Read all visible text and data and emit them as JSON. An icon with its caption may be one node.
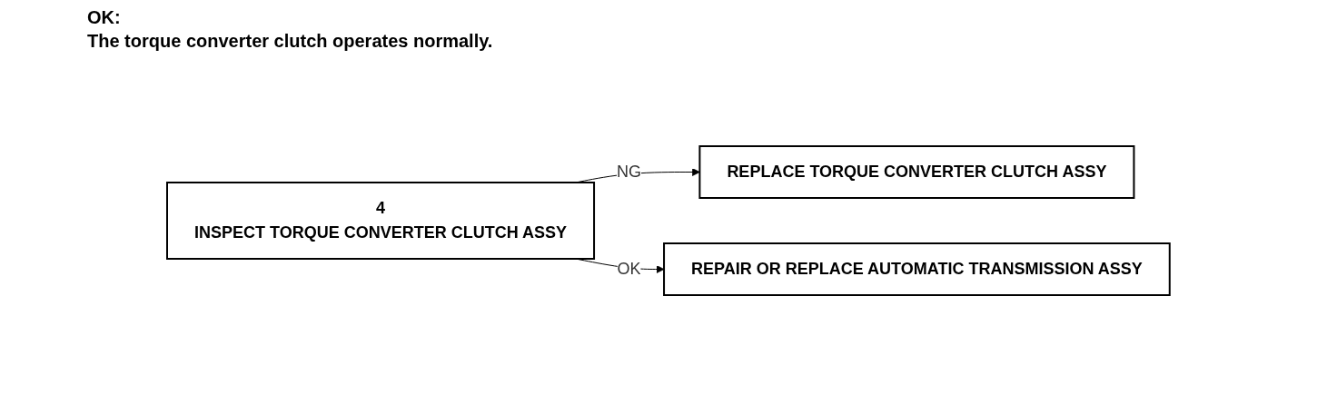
{
  "diagram": {
    "nodes": [
      {
        "text": [
          "4",
          "INSPECT TORQUE CONVERTER CLUTCH ASSY"
        ]
      },
      {
        "text": [
          "REPLACE TORQUE CONVERTER CLUTCH ASSY"
        ]
      },
      {
        "text": [
          "REPAIR OR REPLACE AUTOMATIC TRANSMISSION ASSY"
        ]
      }
    ],
    "edges": [
      {
        "from": 0,
        "to": 1,
        "arrow": "to",
        "label": "NG"
      },
      {
        "from": 0,
        "to": 2,
        "arrow": "to",
        "label": "OK"
      }
    ],
    "labels": [
      "OK:",
      "The torque converter clutch operates normally."
    ]
  }
}
